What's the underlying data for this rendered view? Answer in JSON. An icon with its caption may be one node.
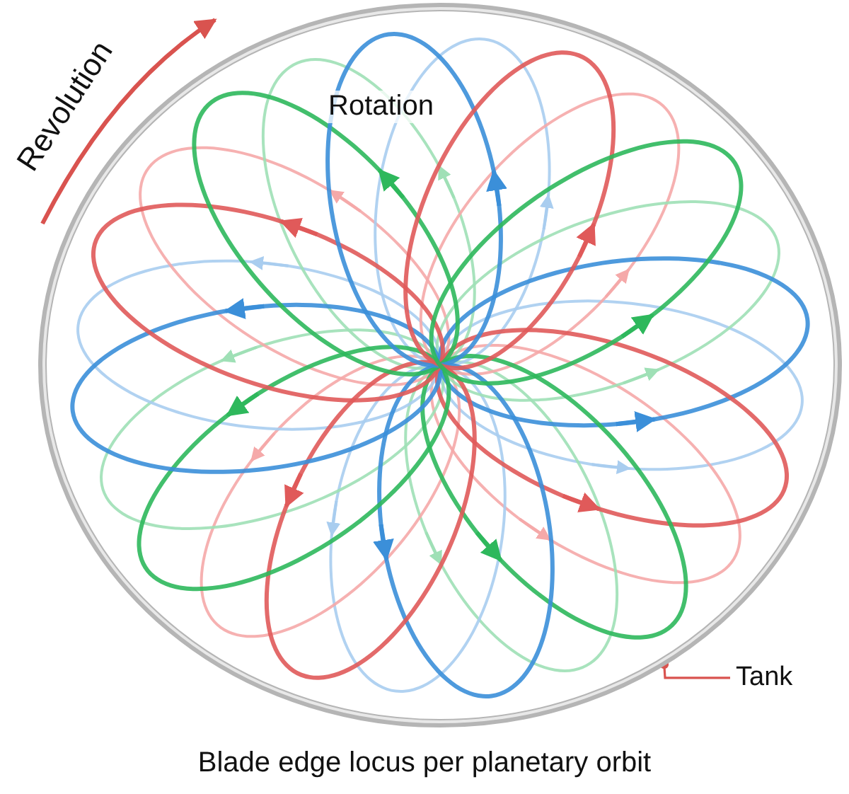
{
  "diagram": {
    "caption": "Blade edge locus per planetary orbit",
    "nodes": [
      {
        "text": [],
        "shape": "circle"
      },
      {
        "text": [
          "Tank"
        ]
      }
    ],
    "edges": [
      {
        "from": 1,
        "to": 0,
        "arrow": "other",
        "color": "#d9534f"
      }
    ],
    "labels": [
      "Revolution",
      "Rotation"
    ]
  }
}
